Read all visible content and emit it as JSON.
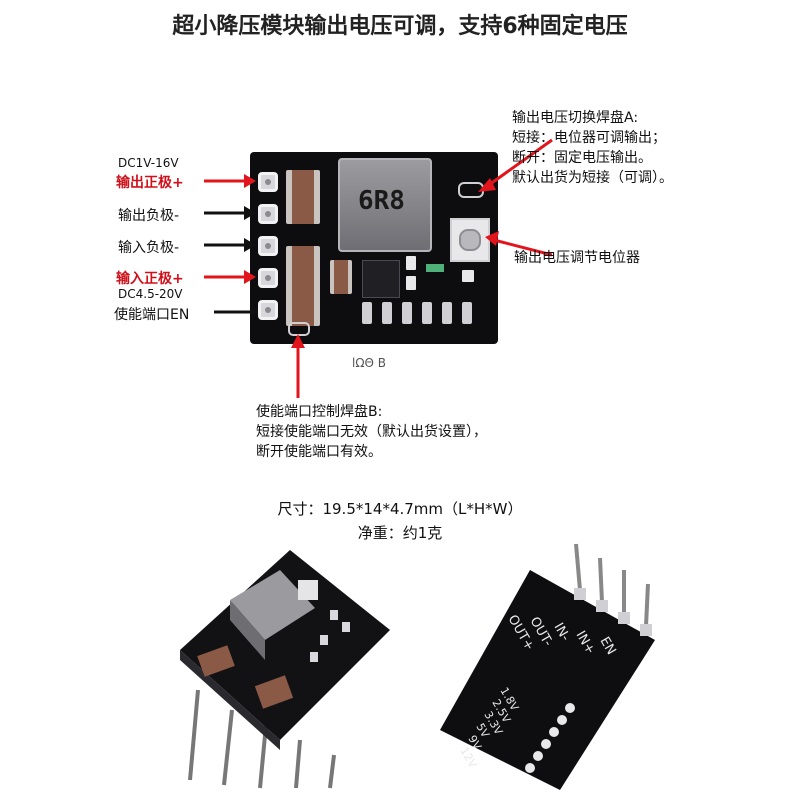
{
  "title": "超小降压模块输出电压可调，支持6种固定电压",
  "left_labels": {
    "out_voltage_range": "DC1V-16V",
    "out_positive": "输出正极+",
    "out_negative": "输出负极-",
    "in_negative": "输入负极-",
    "in_positive": "输入正极+",
    "in_voltage_range": "DC4.5-20V",
    "enable_port": "使能端口EN"
  },
  "pad_a_note": {
    "line1": "输出电压切换焊盘A:",
    "line2": "短接：电位器可调输出；",
    "line3": "断开：固定电压输出。",
    "line4": "默认出货为短接（可调）。"
  },
  "pot_label": "输出电压调节电位器",
  "pad_b_note": {
    "line1": "使能端口控制焊盘B:",
    "line2": "短接使能端口无效（默认出货设置），",
    "line3": "断开使能端口有效。"
  },
  "board_marking": "6R8",
  "silk_marks": "lΩΘ  B",
  "specs": {
    "size": "尺寸：19.5*14*4.7mm（L*H*W）",
    "weight": "净重：约1克"
  },
  "back_labels": {
    "out_plus": "OUT+",
    "out_minus": "OUT-",
    "in_minus": "IN-",
    "in_plus": "IN+",
    "en": "EN",
    "v1": "1.8V",
    "v2": "2.5V",
    "v3": "3.3V",
    "v4": "5V",
    "v5": "9V",
    "v6": "12V"
  },
  "colors": {
    "accent_red": "#e2151d",
    "board_black": "#0d0d0f"
  }
}
